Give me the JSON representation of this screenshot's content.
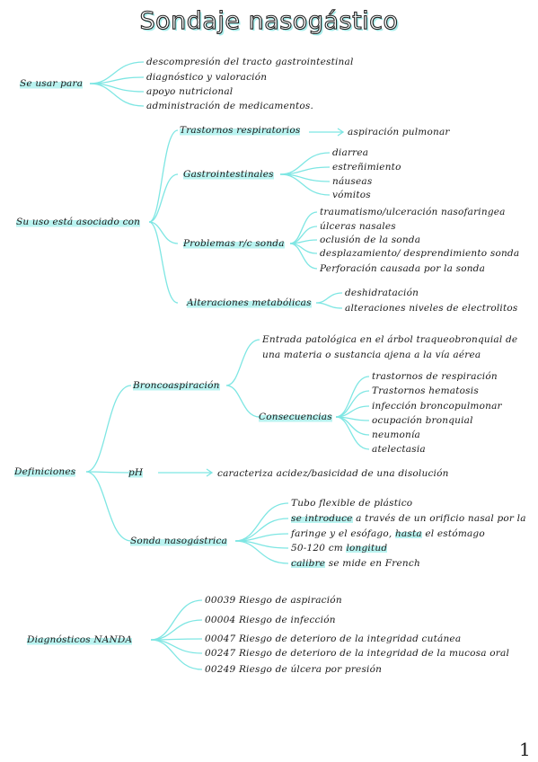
{
  "title": "Sondaje nasogástico",
  "page_number": "1",
  "colors": {
    "connector": "#7ee6e3",
    "highlight": "#b9f3f0",
    "text": "#1a1a1a"
  },
  "sections": {
    "uso": {
      "label": "Se usar para",
      "items": [
        "descompresión del tracto gastrointestinal",
        "diagnóstico y valoración",
        "apoyo nutricional",
        "administración de medicamentos."
      ]
    },
    "asociado": {
      "label": "Su uso está asociado con",
      "groups": [
        {
          "label": "Trastornos  respiratorios",
          "items": [
            "aspiración pulmonar"
          ]
        },
        {
          "label": "Gastrointestinales",
          "items": [
            "diarrea",
            "estreñimiento",
            "náuseas",
            "vómitos"
          ]
        },
        {
          "label": "Problemas r/c sonda",
          "items": [
            "traumatismo/ulceración nasofaringea",
            "úlceras nasales",
            "oclusión de la sonda",
            "desplazamiento/ desprendimiento sonda",
            "Perforación causada por la sonda"
          ]
        },
        {
          "label": "Alteraciones metabólicas",
          "items": [
            "deshidratación",
            "alteraciones niveles de electrolitos"
          ]
        }
      ]
    },
    "definiciones": {
      "label": "Definiciones",
      "bronco": {
        "label": "Broncoaspiración",
        "def1": "Entrada patológica en el árbol traqueobronquial de",
        "def2": "una materia o sustancia ajena a la vía aérea",
        "consec_label": "Consecuencias",
        "consec": [
          "trastornos de respiración",
          "Trastornos hematosis",
          "infección broncopulmonar",
          "ocupación bronquial",
          "neumonía",
          "atelectasia"
        ]
      },
      "ph": {
        "label": "pH",
        "def": "caracteriza acidez/basicidad de una disolución"
      },
      "sonda": {
        "label": "Sonda nasogástrica",
        "l1": "Tubo flexible de plástico",
        "l2a": "se introduce",
        "l2b": " a través de un orificio nasal por la",
        "l3a": "faringe y el esófago, ",
        "l3b": "hasta",
        "l3c": " el estómago",
        "l4a": "50-120 cm ",
        "l4b": "longitud",
        "l5a": "calibre",
        "l5b": " se mide en French"
      }
    },
    "nanda": {
      "label": "Diagnósticos NANDA",
      "items": [
        "00039 Riesgo de aspiración",
        "00004 Riesgo de infección",
        "00047 Riesgo de deterioro de la integridad cutánea",
        "00247 Riesgo de deterioro de la integridad de la mucosa oral",
        "00249 Riesgo de úlcera por presión"
      ]
    }
  }
}
